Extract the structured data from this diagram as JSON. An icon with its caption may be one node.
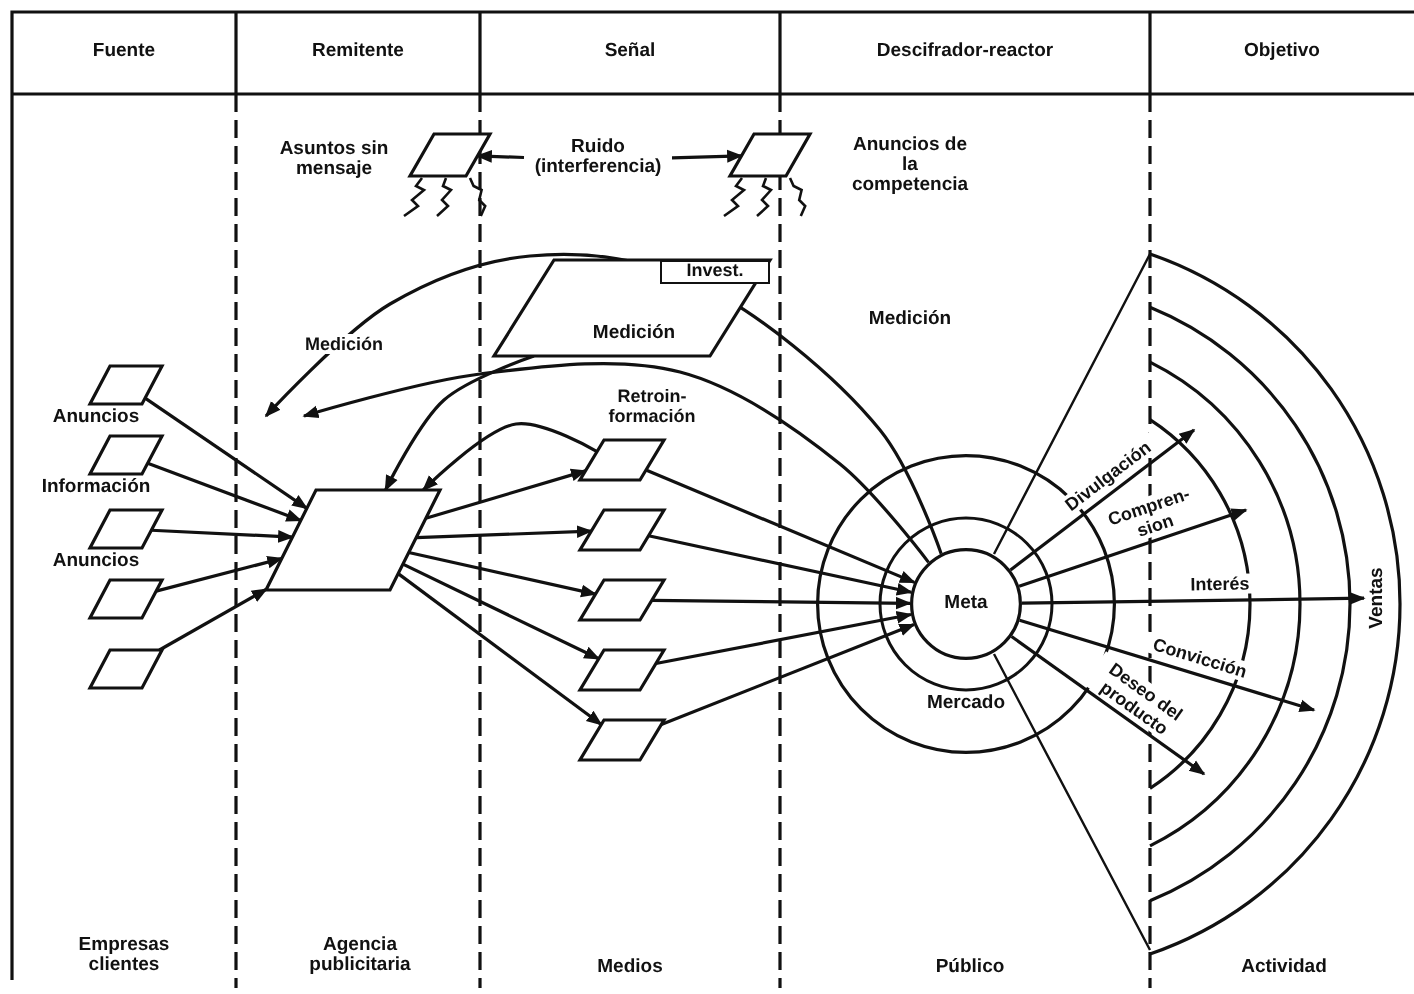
{
  "diagram": {
    "nodes": [
      {
        "text": [],
        "shape": "parallelogram",
        "beside": [
          "Asuntos sin mensaje"
        ]
      },
      {
        "text": [
          "Ruido (interferencia)"
        ]
      },
      {
        "text": [],
        "shape": "parallelogram",
        "beside": [
          "Anuncios de la competencia"
        ]
      },
      {
        "text": [
          "Invest.",
          "Medición"
        ]
      },
      {
        "text": [],
        "shape": "parallelogram"
      },
      {
        "text": [],
        "shape": "parallelogram"
      },
      {
        "text": [],
        "shape": "parallelogram"
      },
      {
        "text": [],
        "shape": "parallelogram"
      },
      {
        "text": [],
        "shape": "parallelogram"
      },
      {
        "text": [],
        "shape": "parallelogram"
      },
      {
        "text": [],
        "shape": "parallelogram"
      },
      {
        "text": [],
        "shape": "parallelogram"
      },
      {
        "text": [],
        "shape": "parallelogram"
      },
      {
        "text": [],
        "shape": "parallelogram"
      },
      {
        "text": [],
        "shape": "parallelogram"
      },
      {
        "text": [
          "Mercado"
        ]
      },
      {
        "text": [
          "Meta"
        ],
        "in": 15
      },
      {
        "text": [
          "Ventas"
        ]
      }
    ],
    "edges": [
      {
        "from": 1,
        "to": 0,
        "arrow": "to"
      },
      {
        "from": 1,
        "to": 2,
        "arrow": "to"
      },
      {
        "from": 4,
        "to": 9,
        "arrow": "to"
      },
      {
        "from": 5,
        "to": 9,
        "arrow": "to"
      },
      {
        "from": 6,
        "to": 9,
        "arrow": "to"
      },
      {
        "from": 7,
        "to": 9,
        "arrow": "to"
      },
      {
        "from": 8,
        "to": 9,
        "arrow": "to"
      },
      {
        "from": 9,
        "to": 10,
        "arrow": "to"
      },
      {
        "from": 9,
        "to": 11,
        "arrow": "to"
      },
      {
        "from": 9,
        "to": 12,
        "arrow": "to"
      },
      {
        "from": 9,
        "to": 13,
        "arrow": "to"
      },
      {
        "from": 9,
        "to": 14,
        "arrow": "to"
      },
      {
        "from": 10,
        "to": 16,
        "arrow": "to"
      },
      {
        "from": 11,
        "to": 16,
        "arrow": "to"
      },
      {
        "from": 12,
        "to": 16,
        "arrow": "to"
      },
      {
        "from": 13,
        "to": 16,
        "arrow": "to"
      },
      {
        "from": 14,
        "to": 16,
        "arrow": "to"
      },
      {
        "from": 16,
        "to": null,
        "arrow": "to",
        "label": "Medición"
      },
      {
        "from": 16,
        "to": null,
        "arrow": "to"
      },
      {
        "from": 3,
        "to": 9,
        "arrow": "to"
      },
      {
        "from": 10,
        "to": 9,
        "arrow": "to",
        "label": "Retroin- formación"
      },
      {
        "from": 16,
        "to": null,
        "arrow": "to",
        "label": "Divulgación"
      },
      {
        "from": 16,
        "to": null,
        "arrow": "to",
        "label": "Compren- sion"
      },
      {
        "from": 16,
        "to": 17,
        "arrow": "to",
        "label": "Interés"
      },
      {
        "from": 16,
        "to": null,
        "arrow": "to",
        "label": "Convicción"
      },
      {
        "from": 16,
        "to": null,
        "arrow": "to",
        "label": "Deseo del producto"
      }
    ],
    "labels": [
      "Fuente",
      "Remitente",
      "Señal",
      "Descifrador-reactor",
      "Objetivo",
      "Medición",
      "Anuncios",
      "Información",
      "Anuncios",
      "Empresas clientes",
      "Agencia publicitaria",
      "Medios",
      "Público",
      "Actividad"
    ]
  }
}
